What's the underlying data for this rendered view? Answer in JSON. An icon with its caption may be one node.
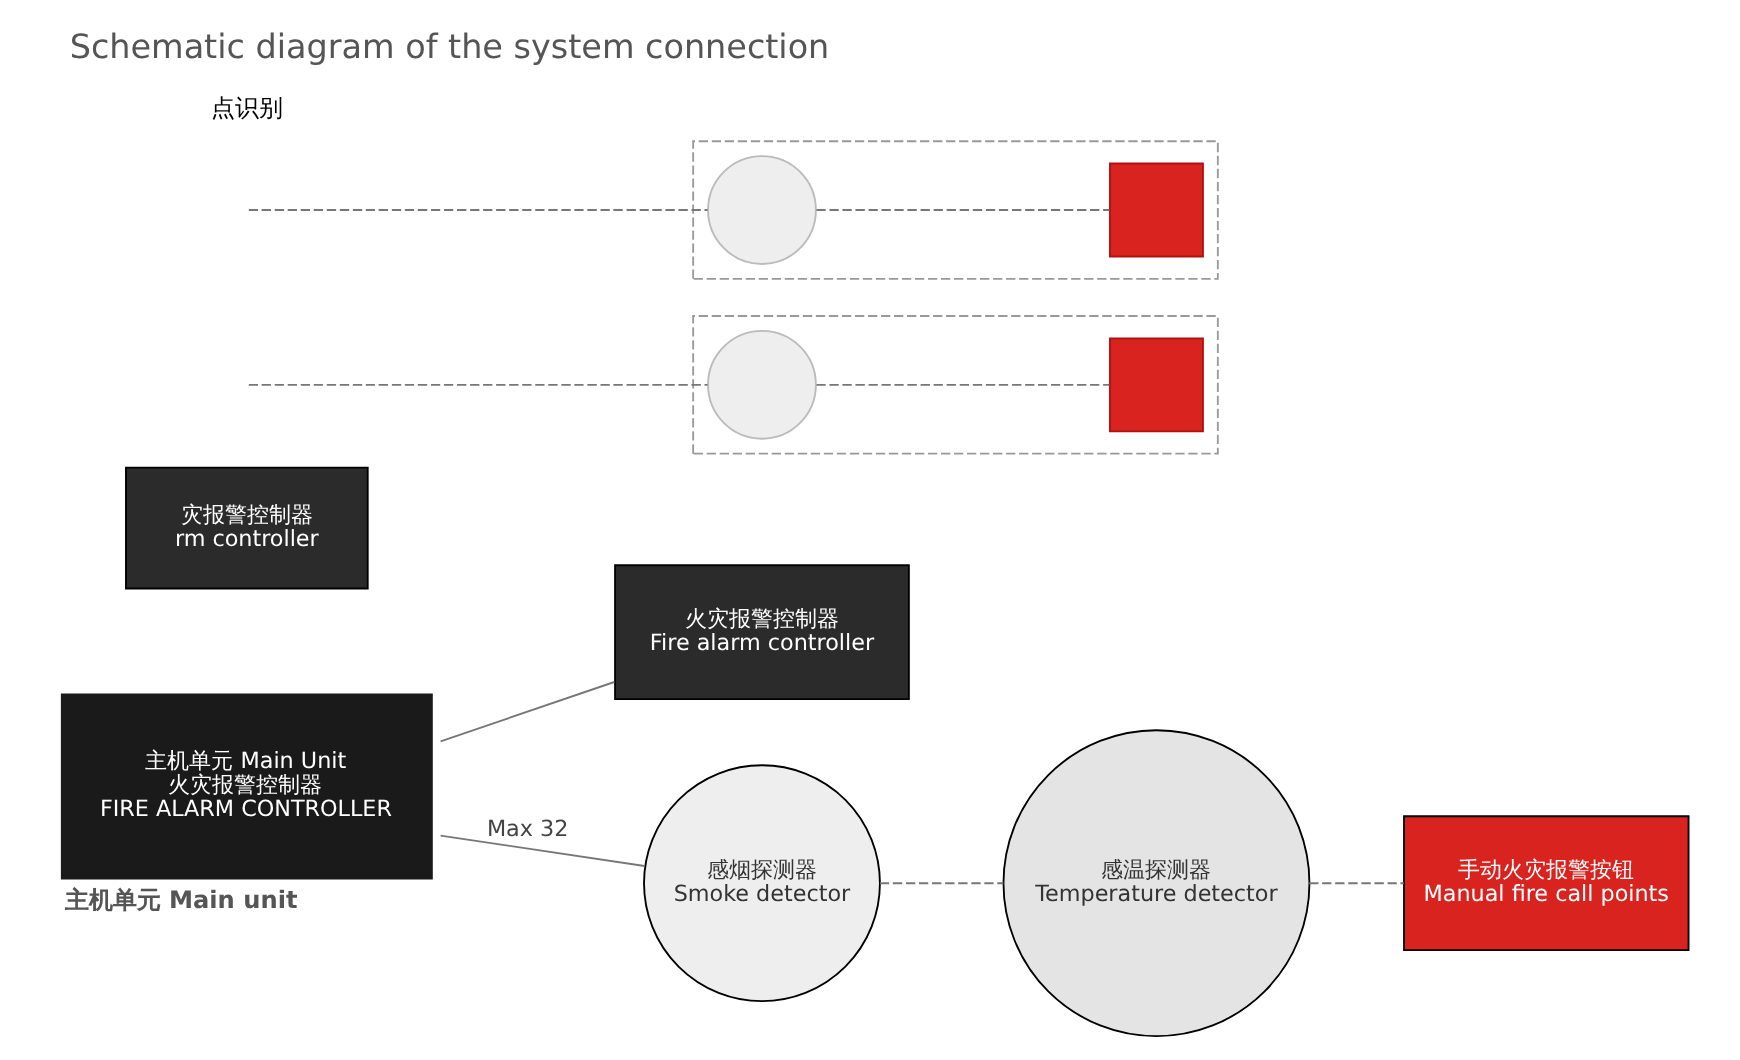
{
  "diagram": {
    "title": "Schematic diagram of the system connection",
    "nodes": [
      {
        "text": [
          "主机单元 Main Unit",
          "火灾报警控制器",
          "FIRE ALARM CONTROLLER"
        ],
        "beside": [
          "主机单元 Main unit"
        ]
      },
      {
        "text": [
          "火灾报警控制器",
          "Fire alarm controller"
        ]
      },
      {
        "text": [
          "感烟探测器",
          "Smoke detector"
        ]
      },
      {
        "text": [
          "感温探测器",
          "Temperature detector"
        ]
      },
      {
        "text": [
          "手动火灾报警按钮",
          "Manual fire call points"
        ]
      },
      {
        "text": [
          "灾报警控制器",
          "rm controller"
        ]
      },
      {
        "text": [],
        "shape": "box"
      },
      {
        "text": [],
        "shape": "circle",
        "in": 6
      },
      {
        "text": [],
        "shape": "box",
        "in": 6
      },
      {
        "text": [],
        "shape": "box"
      },
      {
        "text": [],
        "shape": "circle",
        "in": 9
      },
      {
        "text": [],
        "shape": "box",
        "in": 9
      }
    ],
    "edges": [
      {
        "from": 0,
        "to": 1,
        "arrow": "none"
      },
      {
        "from": 0,
        "to": 2,
        "arrow": "none",
        "label": "Max 32"
      },
      {
        "from": 2,
        "to": 3,
        "arrow": "none",
        "style": "dashed"
      },
      {
        "from": 3,
        "to": 4,
        "arrow": "none",
        "style": "dashed"
      },
      {
        "from": null,
        "to": 7,
        "arrow": "none",
        "style": "dashed"
      },
      {
        "from": 7,
        "to": 8,
        "arrow": "none",
        "style": "dashed"
      },
      {
        "from": null,
        "to": 10,
        "arrow": "none",
        "style": "dashed"
      },
      {
        "from": 10,
        "to": 11,
        "arrow": "none",
        "style": "dashed"
      }
    ],
    "labels": [
      "点识别"
    ]
  }
}
